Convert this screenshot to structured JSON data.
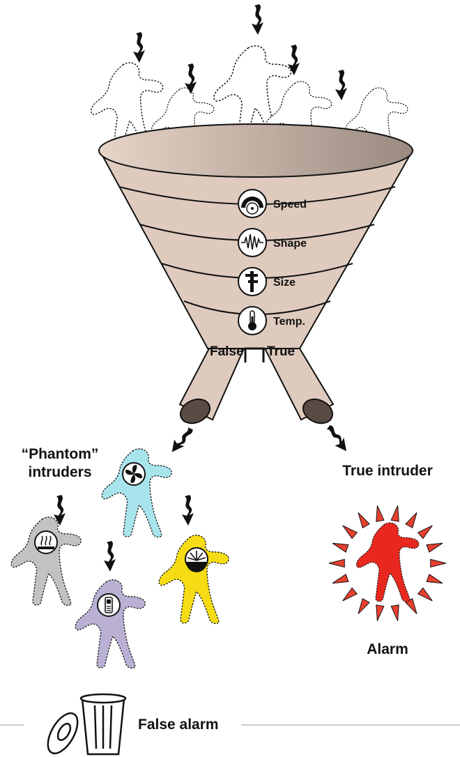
{
  "filters": [
    {
      "label": "Speed",
      "icon": "speedometer-icon"
    },
    {
      "label": "Shape",
      "icon": "waveform-icon"
    },
    {
      "label": "Size",
      "icon": "size-ruler-icon"
    },
    {
      "label": "Temp.",
      "icon": "thermometer-icon"
    }
  ],
  "branches": {
    "false_label": "False",
    "true_label": "True"
  },
  "phantom": {
    "label_line1": "“Phantom”",
    "label_line2": "intruders",
    "items": [
      {
        "color": "#a8e4ec",
        "icon": "fan-icon"
      },
      {
        "color": "#c2c2c2",
        "icon": "heat-vent-icon"
      },
      {
        "color": "#b9b0d4",
        "icon": "cellphone-icon"
      },
      {
        "color": "#f5dc14",
        "icon": "sun-glare-icon"
      }
    ]
  },
  "true_intruder": {
    "label": "True intruder",
    "color": "#e8281e",
    "burst_color": "#e8402e"
  },
  "alarm_label": "Alarm",
  "false_alarm_label": "False alarm",
  "colors": {
    "funnel": "#dfcbbe",
    "funnel_dark": "#b4a094",
    "outline": "#111111"
  }
}
